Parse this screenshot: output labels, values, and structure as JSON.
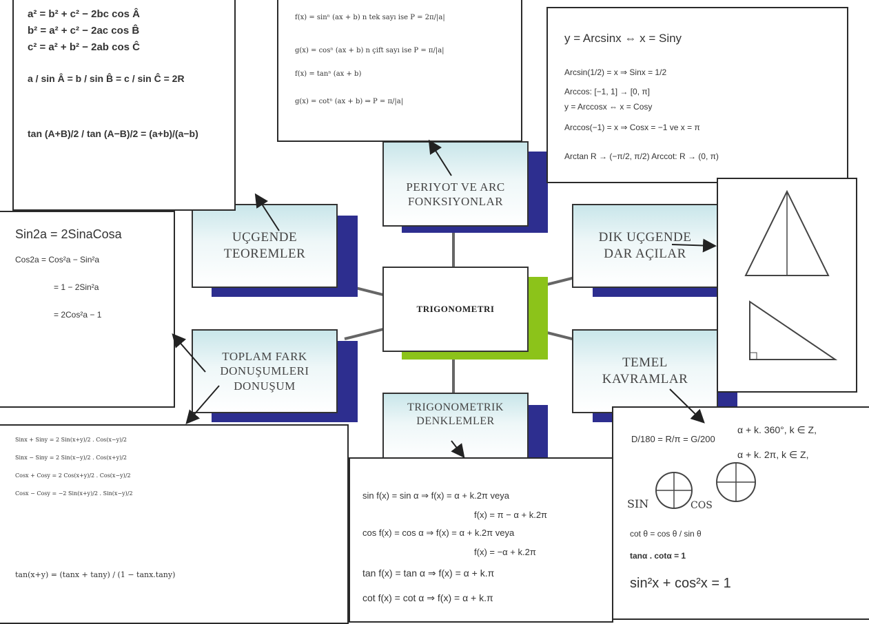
{
  "center": {
    "label": "TRIGONOMETRI"
  },
  "nodes": {
    "periyot": "PERIYOT VE ARC FONKSIYONLAR",
    "ucgende": "UÇGENDE TEOREMLER",
    "dik": "DIK UÇGENDE DAR AÇILAR",
    "toplam": "TOPLAM FARK DONUŞUMLERI DONUŞUM",
    "temel": "TEMEL KAVRAMLAR",
    "denklemler": "TRIGONOMETRIK DENKLEMLER"
  },
  "panels": {
    "top_left": [
      "a² = b² + c² − 2bc cos Â",
      "b² = a² + c² − 2ac cos B̂",
      "c² = a² + b² − 2ab cos Ĉ",
      "a / sin Â = b / sin B̂ = c / sin Ĉ = 2R",
      "tan (A+B)/2 / tan (A−B)/2 = (a+b)/(a−b)"
    ],
    "top_center": [
      "f(x) = sinⁿ (ax + b)  n tek sayı ise  P = 2π/|a|",
      "g(x) = cosⁿ (ax + b)  n çift sayı ise  P = π/|a|",
      "f(x) = tanⁿ (ax + b)",
      "g(x) = cotⁿ (ax + b)   ⇒  P = π/|a|"
    ],
    "top_right": [
      "y = Arcsinx ⇔ x = Siny",
      "Arcsin(1/2) = x ⇒ Sinx = 1/2",
      "Arccos: [−1, 1] → [0, π]",
      "y = Arccosx ⇔ x = Cosy",
      "Arccos(−1) = x ⇒ Cosx = −1 ve x = π",
      "Arctan R → (−π/2, π/2)  Arccot: R → (0, π)"
    ],
    "left_mid": [
      "Sin2a = 2SinaCosa",
      "Cos2a = Cos²a − Sin²a",
      "= 1 − 2Sin²a",
      "= 2Cos²a − 1"
    ],
    "bottom_left": [
      "Sinx + Siny = 2 Sin(x+y)/2 . Cos(x−y)/2",
      "Sinx − Siny = 2 Sin(x−y)/2 . Cos(x+y)/2",
      "Cosx + Cosy = 2 Cos(x+y)/2 . Cos(x−y)/2",
      "Cosx − Cosy = −2 Sin(x+y)/2 . Sin(x−y)/2",
      "tan(x+y) = (tanx + tany) / (1 − tanx.tany)"
    ],
    "bottom_center": [
      "sin f(x) = sin α ⇒ f(x) = α + k.2π veya",
      "f(x) = π − α + k.2π",
      "cos f(x) = cos α ⇒ f(x) = α + k.2π veya",
      "f(x) = −α + k.2π",
      "tan f(x) = tan α ⇒ f(x) = α + k.π",
      "cot f(x) = cot α ⇒ f(x) = α + k.π"
    ],
    "bottom_right": [
      "D/180 = R/π = G/200",
      "α + k. 360°, k ∈ Z,",
      "α + k. 2π, k ∈ Z,",
      "SIN",
      "COS",
      "cot θ = cos θ / sin θ",
      "tanα . cotα = 1",
      "sin²x + cos²x = 1"
    ]
  },
  "colors": {
    "shadow": "#2d2e8f",
    "accent": "#8cc31a",
    "node_gradient": "#c9e6ea"
  }
}
